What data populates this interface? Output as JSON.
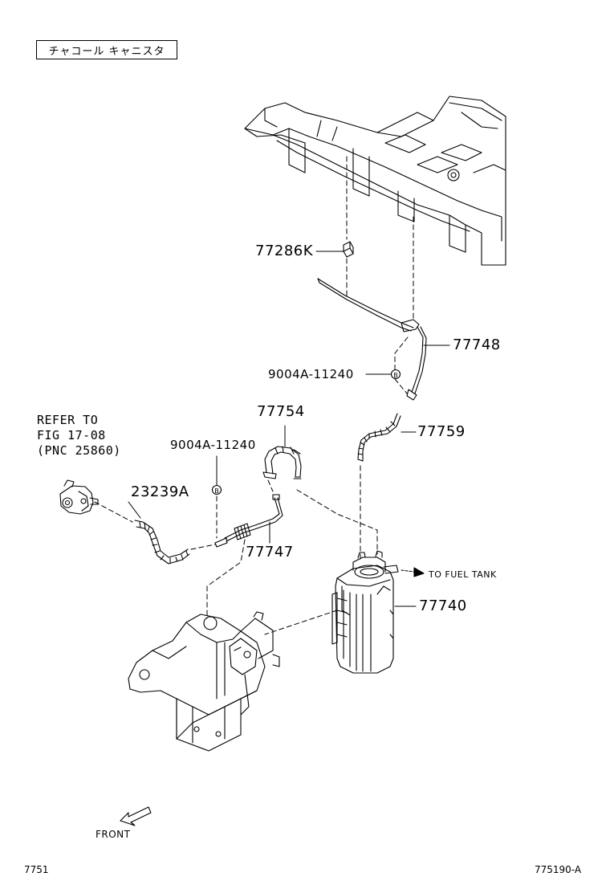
{
  "title": "チャコール キャニスタ",
  "parts": {
    "p77286K": "77286K",
    "p77748": "77748",
    "p9004A_upper": "9004A-11240",
    "p77759": "77759",
    "p77754": "77754",
    "p9004A_lower": "9004A-11240",
    "p23239A": "23239A",
    "p77747": "77747",
    "p77740": "77740"
  },
  "reference": {
    "line1": "REFER TO",
    "line2": "FIG 17-08",
    "line3": "(PNC 25860)"
  },
  "callouts": {
    "to_fuel_tank": "TO FUEL TANK",
    "front": "FRONT",
    "b_marker": "B"
  },
  "footer": {
    "page_code": "7751",
    "figure_id": "775190-A"
  }
}
